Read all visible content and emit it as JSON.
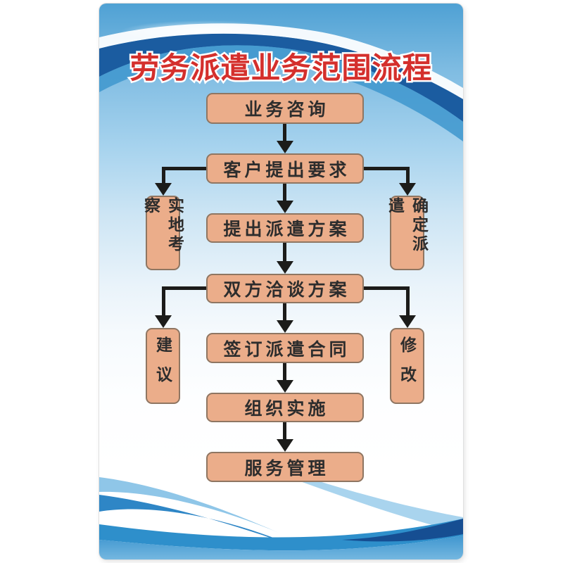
{
  "poster": {
    "title": "劳务派遣业务范围流程",
    "flow_main": [
      {
        "label": "业务咨询"
      },
      {
        "label": "客户提出要求"
      },
      {
        "label": "提出派遣方案"
      },
      {
        "label": "双方洽谈方案"
      },
      {
        "label": "签订派遣合同"
      },
      {
        "label": "组织实施"
      },
      {
        "label": "服务管理"
      }
    ],
    "side_boxes": [
      {
        "label": "实地考察",
        "position": "left-upper"
      },
      {
        "label": "确定派遣",
        "position": "right-upper"
      },
      {
        "label": "建议",
        "position": "left-lower"
      },
      {
        "label": "修改",
        "position": "right-lower"
      }
    ],
    "colors": {
      "title_red": "#d42f2c",
      "box_fill": "#ebad8a",
      "box_border": "#8f7662",
      "box_text": "#2d2d2d",
      "arrow_black": "#1c1c1a",
      "sky_blue": "#7fbce2",
      "navy_wave": "#1b5ca0",
      "mid_blue_wave": "#2e8fcb"
    }
  }
}
